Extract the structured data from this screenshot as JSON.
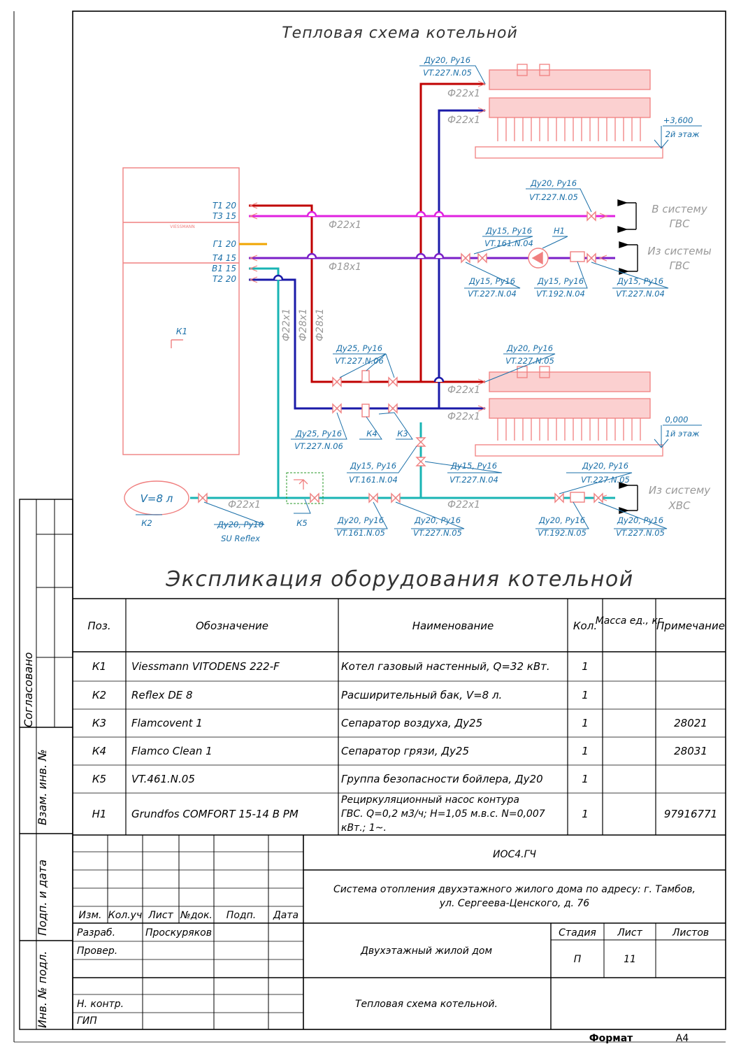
{
  "title": "Тепловая схема котельной",
  "table_title": "Экспликация оборудования котельной",
  "boiler": {
    "brand": "VIESSMANN",
    "pos": "К1",
    "ports": [
      "Т1 20",
      "Т3 15",
      "Г1 20",
      "Т4 15",
      "В1 15",
      "Т2 20"
    ]
  },
  "pipe_labels": {
    "p1": "Ф22х1",
    "p2": "Ф22х1",
    "p3": "Ф22х1",
    "p4": "Ф18х1",
    "p5": "Ф22х1",
    "p6": "Ф28х1",
    "p7": "Ф28х1",
    "p8": "Ф22х1",
    "p9": "Ф22х1",
    "p10": "Ф22х1",
    "p11": "Ф22х1"
  },
  "valve_labels": {
    "top_manifold": [
      "Ду20, Ру16",
      "VT.227.N.05"
    ],
    "gvs_valve": [
      "Ду20, Ру16",
      "VT.227.N.05"
    ],
    "h1_check": [
      "Ду15, Ру16",
      "VT.161.N.04"
    ],
    "h1_tag": "Н1",
    "rec_1": [
      "Ду15, Ру16",
      "VT.227.N.04"
    ],
    "rec_2": [
      "Ду15, Ру16",
      "VT.192.N.04"
    ],
    "rec_3": [
      "Ду15, Ру16",
      "VT.227.N.04"
    ],
    "sup_valves": [
      "Ду25, Ру16",
      "VT.227.N.06"
    ],
    "bottom_manifold": [
      "Ду20, Ру16",
      "VT.227.N.05"
    ],
    "ret_valves": [
      "Ду25, Ру16",
      "VT.227.N.06"
    ],
    "k4_tag": "К4",
    "k3_tag": "К3",
    "makeup_check": [
      "Ду15, Ру16",
      "VT.161.N.04"
    ],
    "makeup_valve": [
      "Ду15, Ру16",
      "VT.227.N.04"
    ],
    "hvs_top": [
      "Ду20, Ру16",
      "VT.227.N.05"
    ],
    "tank_valve": [
      "Ду20, Ру10",
      "SU Reflex"
    ],
    "k5_tag": "К5",
    "k2_tag": "К2",
    "cold_1": [
      "Ду20, Ру16",
      "VT.161.N.05"
    ],
    "cold_2": [
      "Ду20, Ру16",
      "VT.227.N.05"
    ],
    "cold_3": [
      "Ду20, Ру16",
      "VT.192.N.05"
    ],
    "cold_4": [
      "Ду20, Ру16",
      "VT.227.N.05"
    ]
  },
  "tank_volume": "V=8 л",
  "floors": {
    "second_level": "+3,600",
    "second_name": "2й этаж",
    "first_level": "0,000",
    "first_name": "1й этаж"
  },
  "flows": {
    "to_gvs_1": "В систему",
    "to_gvs_2": "ГВС",
    "from_gvs_1": "Из системы",
    "from_gvs_2": "ГВС",
    "from_hvs_1": "Из систему",
    "from_hvs_2": "ХВС"
  },
  "table": {
    "headers": [
      "Поз.",
      "Обозначение",
      "Наименование",
      "Кол.",
      "Масса ед., кг",
      "Примечание"
    ],
    "rows": [
      {
        "pos": "К1",
        "designation": "Viessmann VITODENS 222-F",
        "name": "Котел газовый настенный, Q=32 кВт.",
        "qty": "1",
        "mass": "",
        "note": ""
      },
      {
        "pos": "К2",
        "designation": "Reflex DE 8",
        "name": "Расширительный бак, V=8 л.",
        "qty": "1",
        "mass": "",
        "note": ""
      },
      {
        "pos": "К3",
        "designation": "Flamcovent 1",
        "name": "Сепаратор воздуха, Ду25",
        "qty": "1",
        "mass": "",
        "note": "28021"
      },
      {
        "pos": "К4",
        "designation": "Flamco Clean 1",
        "name": "Сепаратор грязи, Ду25",
        "qty": "1",
        "mass": "",
        "note": "28031"
      },
      {
        "pos": "К5",
        "designation": "VT.461.N.05",
        "name": "Группа безопасности бойлера, Ду20",
        "qty": "1",
        "mass": "",
        "note": ""
      },
      {
        "pos": "Н1",
        "designation": "Grundfos COMFORT 15-14 B PM",
        "name": "Рециркуляционный насос контура ГВС. Q=0,2 м3/ч; H=1,05 м.в.с. N=0,007 кВт.; 1~.",
        "qty": "1",
        "mass": "",
        "note": "97916771"
      }
    ]
  },
  "stamp": {
    "code": "ИОС4.ГЧ",
    "project_1": "Система отопления двухэтажного жилого дома по адресу: г. Тамбов,",
    "project_2": "ул. Сергеева-Ценского, д. 76",
    "building": "Двухэтажный жилой дом",
    "sheet_title": "Тепловая схема котельной.",
    "col_headers": [
      "Изм.",
      "Кол.уч",
      "Лист",
      "№док.",
      "Подп.",
      "Дата"
    ],
    "roles": [
      "Разраб.",
      "Провер.",
      "Н. контр.",
      "ГИП"
    ],
    "developer": "Проскуряков",
    "stage_label": "Стадия",
    "sheet_label": "Лист",
    "sheets_label": "Листов",
    "stage": "П",
    "sheet": "11"
  },
  "side": {
    "agreed": "Согласовано",
    "inv_zam": "Взам. инв. №",
    "sign_date": "Подп. и дата",
    "inv_orig": "Инв. № подл."
  },
  "format": {
    "label": "Формат",
    "value": "А4"
  },
  "colors": {
    "heat_supply": "#c00000",
    "heat_return": "#1a1aa8",
    "hot_water": "#e020e0",
    "recirculation": "#7a1fc8",
    "cold_water": "#19b4b4",
    "gas": "#f0a500",
    "equipment": "#f08080",
    "annotation": "#1a6fa8",
    "frame": "#000000"
  }
}
